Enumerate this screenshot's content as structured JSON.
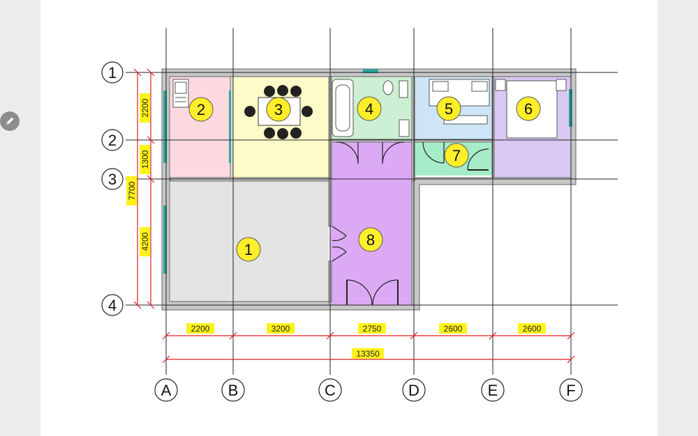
{
  "axes": {
    "rows": [
      "1",
      "2",
      "3",
      "4"
    ],
    "cols": [
      "A",
      "B",
      "C",
      "D",
      "E",
      "F"
    ]
  },
  "dimensions": {
    "horizontal": [
      "2200",
      "3200",
      "2750",
      "2600",
      "2600"
    ],
    "total_horizontal": "13350",
    "vertical": [
      "2200",
      "1300",
      "4200"
    ],
    "total_vertical": "7700"
  },
  "rooms": [
    "1",
    "2",
    "3",
    "4",
    "5",
    "6",
    "7",
    "8"
  ],
  "colors": {
    "room1": "#e3e3e3",
    "room2": "#fbd9de",
    "room3": "#fdfcc8",
    "room4": "#cdefd3",
    "room5": "#cde5f6",
    "room6": "#d9c8f2",
    "room7": "#a6ecc8",
    "room8": "#dcaaf5",
    "wall": "#c7c7c7",
    "dimension": "#e21b1b",
    "dim_highlight": "#fff21a",
    "marker": "#ffee2a",
    "window": "#2aa79b"
  },
  "icons": {
    "edit": "pencil-icon"
  }
}
